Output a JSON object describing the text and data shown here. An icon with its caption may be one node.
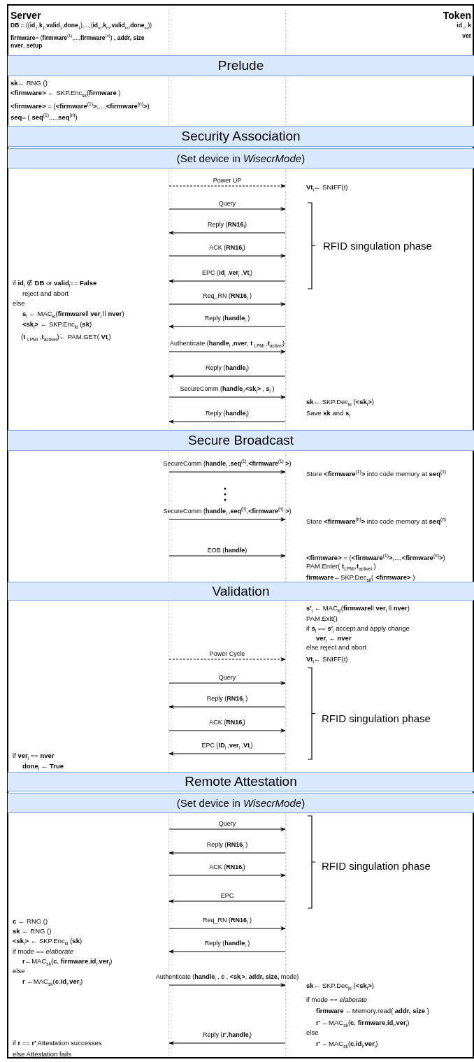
{
  "diagram": {
    "nodes": [
      {
        "text": [
          "Server",
          "**DB** = ((**id**$_{1}$,**k**$_{1}$,**valid**$_{1}$,**done**$_{1}$),...,(**id**$_{m}$,**k**$_{m}$,**valid**$_{m}$,**done**$_{m}$))",
          "**firmware**= (**firmware**$^{(1)}$,...,**firmware**$^{(n)}$) **, addr, size**",
          "**nver**, **setup**"
        ]
      },
      {
        "text": [
          "Token",
          "**id** $_{i}$, **k**",
          "**ver**"
        ]
      },
      {
        "text": [
          "Prelude"
        ]
      },
      {
        "text": [
          "Security Association"
        ]
      },
      {
        "text": [
          "(Set device in *WisecrMode*)"
        ]
      },
      {
        "text": [
          "Secure Broadcast"
        ]
      },
      {
        "text": [
          "Validation"
        ]
      },
      {
        "text": [
          "Remote Attestation"
        ]
      },
      {
        "text": [
          "(Set device in *WisecrMode*)"
        ]
      }
    ],
    "edges": [
      {
        "from": 0,
        "to": 1,
        "arrow": "to",
        "label": "Power UP",
        "style": "dashed"
      },
      {
        "from": 0,
        "to": 1,
        "arrow": "to",
        "label": "Query"
      },
      {
        "from": 1,
        "to": 0,
        "arrow": "to",
        "label": "Reply (**RN16**$_{i}$)"
      },
      {
        "from": 0,
        "to": 1,
        "arrow": "to",
        "label": "ACK (**RN16**$_{i}$)"
      },
      {
        "from": 1,
        "to": 0,
        "arrow": "to",
        "label": "EPC (**id**$_{i}$ ,**ver**$_{i}$ ,**Vt**$_{i}$)"
      },
      {
        "from": 0,
        "to": 1,
        "arrow": "to",
        "label": "Req_RN (**RN16**$_{i}$ )"
      },
      {
        "from": 1,
        "to": 0,
        "arrow": "to",
        "label": "Reply (**handle**$_{i}$ )"
      },
      {
        "from": 0,
        "to": 1,
        "arrow": "to",
        "label": "Authenticate (**handle**$_{i}$ ,**nver**, **t** $_{LPMi}$ ,**t**$_{activei}$)"
      },
      {
        "from": 1,
        "to": 0,
        "arrow": "to",
        "label": "Reply (**handle**$_{i}$)"
      },
      {
        "from": 0,
        "to": 1,
        "arrow": "to",
        "label": "SecureComm (**handle**$_{i}$,**<sk**$_{i}$**>** , **s**$_{i}$ )"
      },
      {
        "from": 1,
        "to": 0,
        "arrow": "to",
        "label": "Reply (**handle**$_{i}$)"
      },
      {
        "from": 0,
        "to": 1,
        "arrow": "to",
        "label": "SecureComm (**handle**$_{i}$ ,**seq**$^{(1)}$,**<firmware**$^{(1)}$ **>**)"
      },
      {
        "from": 0,
        "to": 1,
        "arrow": "to",
        "label": "SecureComm (**handle**$_{i}$ ,**seq**$^{(n)}$,**<firmware**$^{(n)}$ **>**)"
      },
      {
        "from": 0,
        "to": 1,
        "arrow": "to",
        "label": "EOB (**handle**)"
      },
      {
        "from": 0,
        "to": 1,
        "arrow": "to",
        "label": "Power Cycle",
        "style": "dashed"
      },
      {
        "from": 0,
        "to": 1,
        "arrow": "to",
        "label": "Query"
      },
      {
        "from": 1,
        "to": 0,
        "arrow": "to",
        "label": "Reply (**RN16**$_{i}$ )"
      },
      {
        "from": 0,
        "to": 1,
        "arrow": "to",
        "label": "ACK (**RN16**$_{i}$)"
      },
      {
        "from": 1,
        "to": 0,
        "arrow": "to",
        "label": "EPC (**ID**$_{i}$ ,**ver**$_{i}$ ,**Vt**$_{i}$)"
      },
      {
        "from": 0,
        "to": 1,
        "arrow": "to",
        "label": "Query"
      },
      {
        "from": 1,
        "to": 0,
        "arrow": "to",
        "label": "Reply (**RN16**$_{i}$ )"
      },
      {
        "from": 0,
        "to": 1,
        "arrow": "to",
        "label": "ACK (**RN16**$_{i}$)"
      },
      {
        "from": 1,
        "to": 0,
        "arrow": "to",
        "label": "EPC"
      },
      {
        "from": 0,
        "to": 1,
        "arrow": "to",
        "label": "Req_RN (**RN16**$_{i}$ )"
      },
      {
        "from": 1,
        "to": 0,
        "arrow": "to",
        "label": "Reply (**handle**$_{i}$ )"
      },
      {
        "from": 0,
        "to": 1,
        "arrow": "to",
        "label": "Authenticate (**handle**$_{i}$ , **c** , **<sk**$_{i}$**>**, **addr, size,** mode)"
      },
      {
        "from": 1,
        "to": 0,
        "arrow": "to",
        "label": "Reply (**r′**,**handle**$_{i}$)"
      }
    ],
    "labels": [
      "**sk**← RNG ()",
      "**<firmware>** ← SKP.Enc$_{sk}$(**firmware** )",
      "**<firmware>** = (**<firmware**$^{(1)}$**>**,...,**<firmware**$^{(n)}$**>**)",
      "**seq**= ( **seq**$^{(1)}$,...,**seq**$^{(n)}$)",
      "**Vt**$_{i}$← SNIFF(t)",
      "RFID singulation phase",
      "if **id**$_{i}$ ∉ **DB** or **valid**$_{i}$== **False**",
      "reject and abort",
      "else",
      "**s**$_{i}$ ← MAC$_{ki}$(**firmware**ll **ver**$_{i}$ ll **nver**)",
      "**<sk**$_{i}$**>** ← SKP.Enc$_{ki}$ (**sk**)",
      "(**t** $_{LPMi}$ ,**t**$_{activei}$)← PAM.GET( **Vt**$_{i}$)",
      "**sk**← SKP.Dec$_{ki}$ (**<sk**$_{i}$**>**)",
      "Save **sk** and **s**$_{i}$",
      "Store **<firmware**$^{(1)}$**>** into code memory at **seq**$^{(1)}$",
      "Store **<firmware**$^{(n)}$**>** into code memory at **seq**$^{(n)}$",
      "**<firmware>** = (**<firmware**$^{(1)}$**>**,...,**<firmware**$^{(n)}$**>**)",
      "PAM.Enter( **t**$_{LPMi}$,**t**$_{activei}$ )",
      "**firmware**←SKP.Dec$_{sk}$( **<firmware>** )",
      "**s′**$_{i}$ ← MAC$_{ki}$(**firmware**ll **ver**$_{i}$ ll **nver**)",
      "PAM.Exit()",
      "if **s**$_{i}$ == **s′**$_{i}$  accept and apply change",
      "**ver**$_{i}$ ← **nver**",
      "else  reject and abort",
      "**Vt**$_{i}$← SNIFF(t)",
      "RFID singulation phase",
      "if **ver**$_{i}$ == **nver**",
      "**done**$_{i}$ ← **True**",
      "RFID singulation phase",
      "**c** ← RNG ()",
      "**sk** ← RNG ()",
      "**<sk**$_{i}$**>** ← SKP.Enc$_{ki}$ (**sk**)",
      "if mode == *elaborate*",
      "**r**←MAC$_{sk}$(**c**, **firmware**,**id**$_{i}$,**ver**$_{i}$)",
      "else",
      "**r** ←MAC$_{sk}$(**c**,**id**$_{i}$,**ver**$_{i}$)",
      "**sk**← SKP.Dec$_{ki}$ (**<sk**$_{i}$**>**)",
      "if mode == *elaborate*",
      "**firmware** ←Memory.read( **addr, size** )",
      "**r′** ←MAC$_{sk}$(**c**, **firmware**,**id**$_{i}$,**ver**$_{i}$)",
      "else",
      "**r′** ←MAC$_{sk}$(**c**,**id**$_{i}$,**ver**$_{i}$)",
      "if **r** == **r′** Attestation successes",
      "else  Attestation fails"
    ]
  }
}
